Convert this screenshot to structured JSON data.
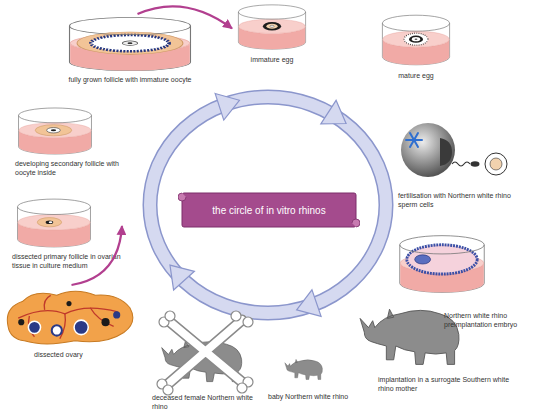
{
  "diagram": {
    "nodes": [
      {
        "text": [
          "fully grown follicle with immature oocyte"
        ]
      },
      {
        "text": [
          "immature egg"
        ]
      },
      {
        "text": [
          "mature egg"
        ]
      },
      {
        "text": [
          "developing secondary follicle with oocyte inside"
        ]
      },
      {
        "text": [
          "the circle of in vitro rhinos"
        ]
      },
      {
        "text": [
          "dissected primary follicle in ovarian tissue in culture medium"
        ]
      },
      {
        "text": [
          "Northern white rhino preimplantation embryo"
        ]
      },
      {
        "text": [
          "dissected ovary"
        ]
      }
    ],
    "edges": [
      {
        "from": 0,
        "to": 1,
        "arrow": "to"
      },
      {
        "from": 7,
        "to": 5,
        "arrow": "to"
      }
    ],
    "labels": [
      "fertilisation with Northern white rhino sperm cells",
      "deceased female Northern white rhino",
      "baby Northern white rhino",
      "implantation in a surrogate Southern white rhino mother"
    ]
  }
}
